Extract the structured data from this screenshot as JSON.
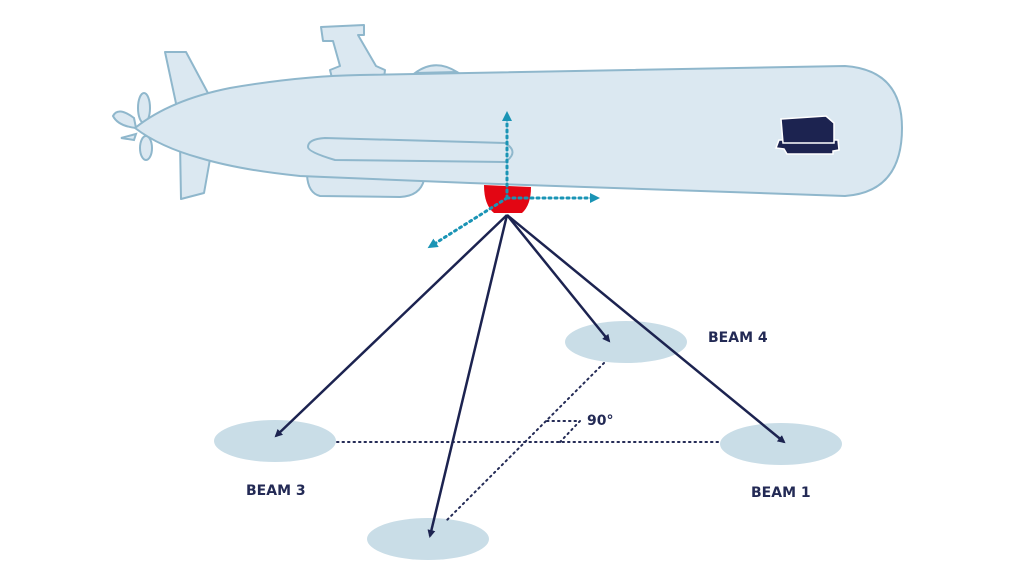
{
  "diagram": {
    "title": "AUV with DVL beam geometry",
    "colors": {
      "hull_fill": "#dbe8f1",
      "hull_stroke": "#8fb7cc",
      "sensor": "#e30613",
      "axis": "#1a94b5",
      "beam": "#1c2350",
      "footprint": "#c9dde7",
      "label": "#232a55",
      "payload": "#1c2350"
    },
    "vehicle": {
      "name": "AUV",
      "sensor_name": "DVL transducer",
      "payload_name": "payload-box"
    },
    "axes": [
      {
        "name": "up-axis"
      },
      {
        "name": "forward-axis"
      },
      {
        "name": "lateral-axis"
      }
    ],
    "beams": [
      {
        "id": "beam-1",
        "label": "BEAM 1"
      },
      {
        "id": "beam-2",
        "label": ""
      },
      {
        "id": "beam-3",
        "label": "BEAM 3"
      },
      {
        "id": "beam-4",
        "label": "BEAM 4"
      }
    ],
    "angle_label": "90°"
  }
}
